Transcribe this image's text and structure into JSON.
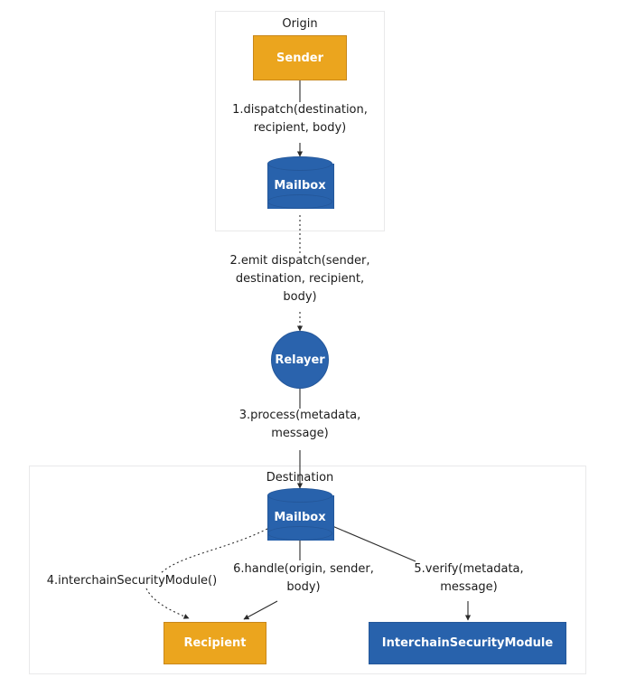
{
  "diagram": {
    "title_origin": "Origin",
    "title_destination": "Destination",
    "groups": [
      {
        "id": "origin",
        "label": "Origin"
      },
      {
        "id": "destination",
        "label": "Destination"
      }
    ],
    "nodes": [
      {
        "id": "sender",
        "label": "Sender",
        "shape": "rectangle",
        "color": "#eba51e",
        "group": "origin"
      },
      {
        "id": "origin-mailbox",
        "label": "Mailbox",
        "shape": "cylinder",
        "color": "#2862ac",
        "group": "origin"
      },
      {
        "id": "relayer",
        "label": "Relayer",
        "shape": "circle",
        "color": "#2a63ad",
        "group": "none"
      },
      {
        "id": "destination-mailbox",
        "label": "Mailbox",
        "shape": "cylinder",
        "color": "#2862ac",
        "group": "destination"
      },
      {
        "id": "recipient",
        "label": "Recipient",
        "shape": "rectangle",
        "color": "#eba51e",
        "group": "destination"
      },
      {
        "id": "interchain-security-module",
        "label": "InterchainSecurityModule",
        "shape": "rectangle",
        "color": "#2862ac",
        "group": "destination"
      }
    ],
    "edges": [
      {
        "id": "e1",
        "from": "sender",
        "to": "origin-mailbox",
        "label": "1.dispatch(destination,\nrecipient, body)",
        "style": "solid"
      },
      {
        "id": "e2",
        "from": "origin-mailbox",
        "to": "relayer",
        "label": "2.emit dispatch(sender,\ndestination, recipient,\nbody)",
        "style": "dotted"
      },
      {
        "id": "e3",
        "from": "relayer",
        "to": "destination-mailbox",
        "label": "3.process(metadata,\nmessage)",
        "style": "solid"
      },
      {
        "id": "e4",
        "from": "destination-mailbox",
        "to": "recipient",
        "label": "4.interchainSecurityModule()",
        "style": "dotted"
      },
      {
        "id": "e5",
        "from": "destination-mailbox",
        "to": "interchain-security-module",
        "label": "5.verify(metadata,\nmessage)",
        "style": "solid"
      },
      {
        "id": "e6",
        "from": "destination-mailbox",
        "to": "recipient",
        "label": "6.handle(origin, sender,\nbody)",
        "style": "solid"
      }
    ],
    "labels": {
      "e1": "1.dispatch(destination,\nrecipient, body)",
      "e2": "2.emit dispatch(sender,\ndestination, recipient,\nbody)",
      "e3": "3.process(metadata,\nmessage)",
      "e4": "4.interchainSecurityModule()",
      "e5": "5.verify(metadata,\nmessage)",
      "e6": "6.handle(origin, sender,\nbody)"
    },
    "colors": {
      "orange": "#eba51e",
      "orange_border": "#c8871a",
      "blue": "#2862ac",
      "blue_border": "#24579a",
      "group_border": "#e9e9ea",
      "line": "#2b2b2b",
      "text": "#1b1b1b"
    }
  }
}
